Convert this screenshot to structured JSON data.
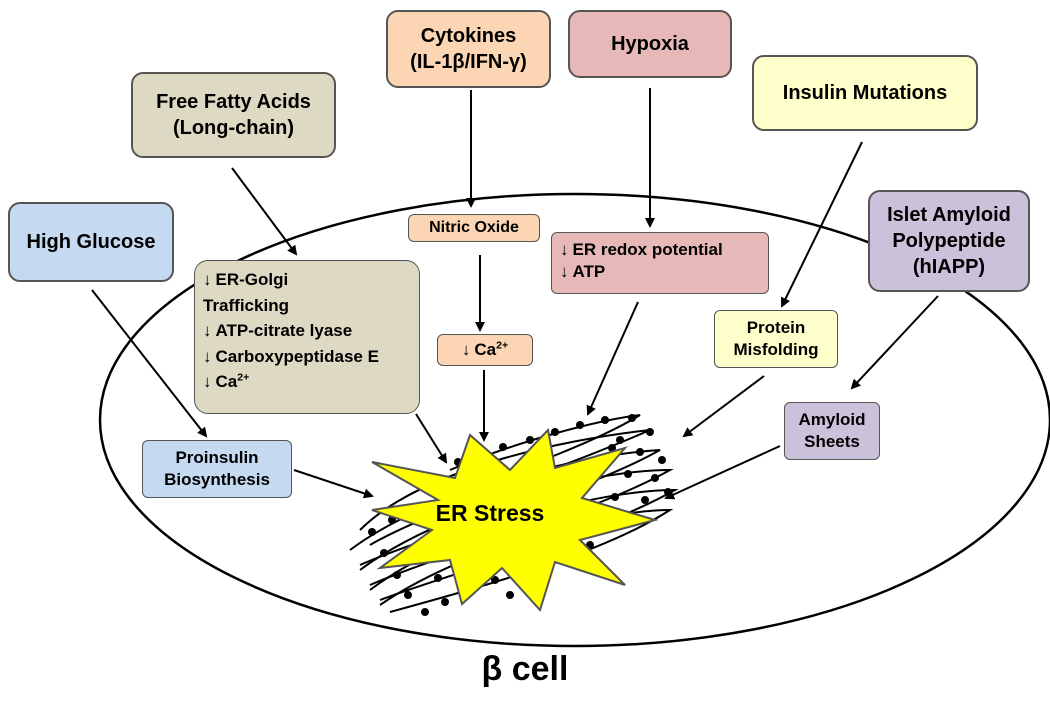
{
  "colors": {
    "peach": "#fcd5b4",
    "rose": "#e6b9b8",
    "yellow": "#ffffcc",
    "tan": "#ddd9c3",
    "blue": "#c5d9f1",
    "lavender": "#ccc1da",
    "star": "#ffff00"
  },
  "diagram": {
    "cell_label": "β cell",
    "center_label": "ER Stress",
    "inputs": {
      "cytokines": "Cytokines\n(IL-1β/IFN-γ)",
      "hypoxia": "Hypoxia",
      "ffa": "Free Fatty Acids\n(Long-chain)",
      "insulin_mutations": "Insulin Mutations",
      "high_glucose": "High Glucose",
      "iapp": "Islet Amyloid\nPolypeptide\n(hIAPP)"
    },
    "intermediates": {
      "nitric_oxide": "Nitric Oxide",
      "ca": "Ca",
      "ca_sup": "2+",
      "er_redox": "ER redox potential",
      "atp": "ATP",
      "protein_misfolding": "Protein\nMisfolding",
      "amyloid_sheets": "Amyloid\nSheets",
      "proinsulin": "Proinsulin\nBiosynthesis",
      "ffa_effects": {
        "er_golgi": "ER-Golgi",
        "trafficking": "Trafficking",
        "atp_citrate": "ATP-citrate lyase",
        "carboxypeptidase": "Carboxypeptidase E",
        "ca": "Ca",
        "ca_sup": "2+"
      }
    },
    "down_arrow": "↓"
  }
}
